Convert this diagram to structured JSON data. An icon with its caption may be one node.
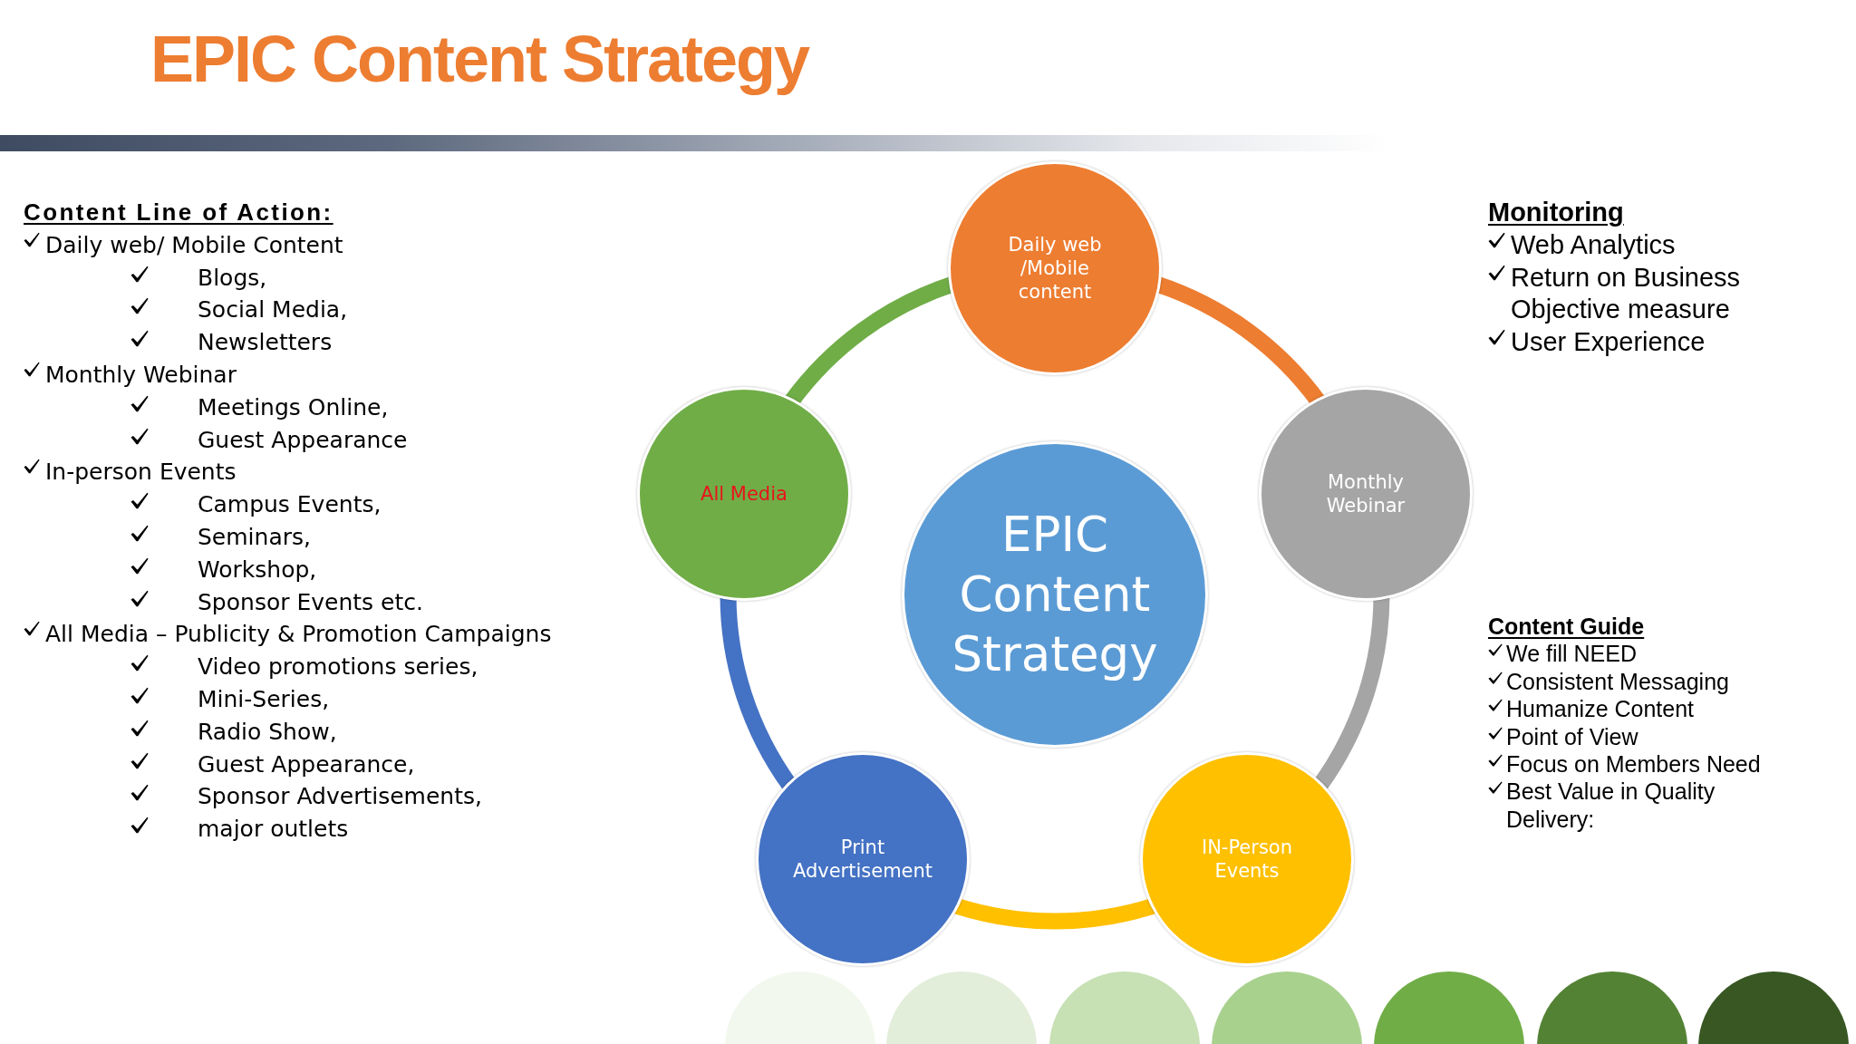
{
  "diagram": {
    "title": "EPIC Content Strategy",
    "nodes": [
      {
        "text": [
          "EPIC Content Strategy"
        ]
      },
      {
        "text": [
          "Daily web /Mobile content"
        ]
      },
      {
        "text": [
          "Monthly Webinar"
        ]
      },
      {
        "text": [
          "IN-Person Events"
        ]
      },
      {
        "text": [
          "Print Advertisement"
        ]
      },
      {
        "text": [
          "All Media"
        ]
      }
    ],
    "edges": [
      {
        "from": 1,
        "to": 2,
        "arrow": "none",
        "color": "#ed7d31"
      },
      {
        "from": 2,
        "to": 3,
        "arrow": "none",
        "color": "#a5a5a5"
      },
      {
        "from": 3,
        "to": 4,
        "arrow": "none",
        "color": "#ffc000"
      },
      {
        "from": 4,
        "to": 5,
        "arrow": "none",
        "color": "#4472c4"
      },
      {
        "from": 5,
        "to": 1,
        "arrow": "none",
        "color": "#70ad47"
      }
    ],
    "labels": [
      "Content Line of Action:",
      "Daily web/ Mobile Content",
      "Blogs,",
      "Social Media,",
      "Newsletters",
      "Monthly Webinar",
      "Meetings Online,",
      "Guest Appearance",
      "In-person Events",
      "Campus Events,",
      "Seminars,",
      "Workshop,",
      "Sponsor Events etc.",
      "All Media – Publicity & Promotion Campaigns",
      "Video promotions series,",
      "Mini-Series,",
      "Radio Show,",
      "Guest Appearance,",
      "Sponsor Advertisements,",
      "major outlets",
      "Monitoring",
      "Web Analytics",
      "Return on Business Objective measure",
      "User Experience",
      "Content Guide",
      "We fill NEED",
      "Consistent Messaging",
      "Humanize Content",
      "Point of View",
      "Focus on Members Need",
      "Best Value in Quality Delivery:"
    ]
  }
}
